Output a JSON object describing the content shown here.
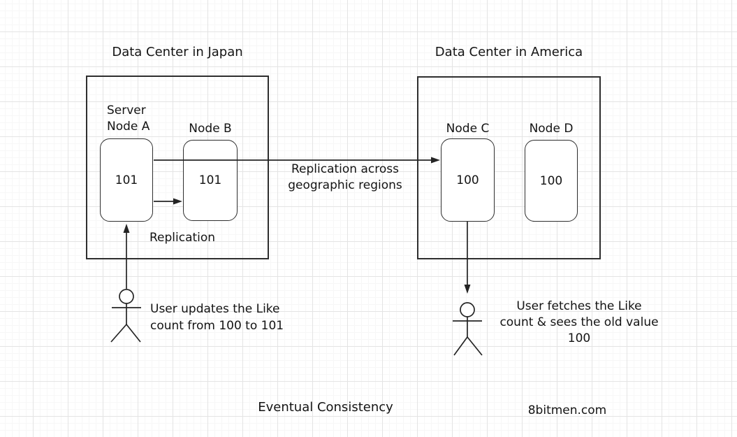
{
  "japan_dc": {
    "title": "Data Center in Japan",
    "node_a_label": "Server\nNode A",
    "node_a_value": "101",
    "node_b_label": "Node B",
    "node_b_value": "101",
    "replication_label": "Replication"
  },
  "america_dc": {
    "title": "Data Center in America",
    "node_c_label": "Node C",
    "node_c_value": "100",
    "node_d_label": "Node D",
    "node_d_value": "100"
  },
  "labels": {
    "cross_region": "Replication across\ngeographic regions",
    "left_user_caption": "User updates the Like\ncount from 100 to 101",
    "right_user_caption": "User fetches the Like\ncount & sees the old value\n100"
  },
  "footer": {
    "title": "Eventual Consistency",
    "watermark": "8bitmen.com"
  },
  "colors": {
    "stroke": "#242424",
    "text": "#141414",
    "background": "#ffffff",
    "grid_major": "#e4e4e4",
    "grid_minor": "#f7f7f7",
    "node_fill": "#ffffff"
  }
}
